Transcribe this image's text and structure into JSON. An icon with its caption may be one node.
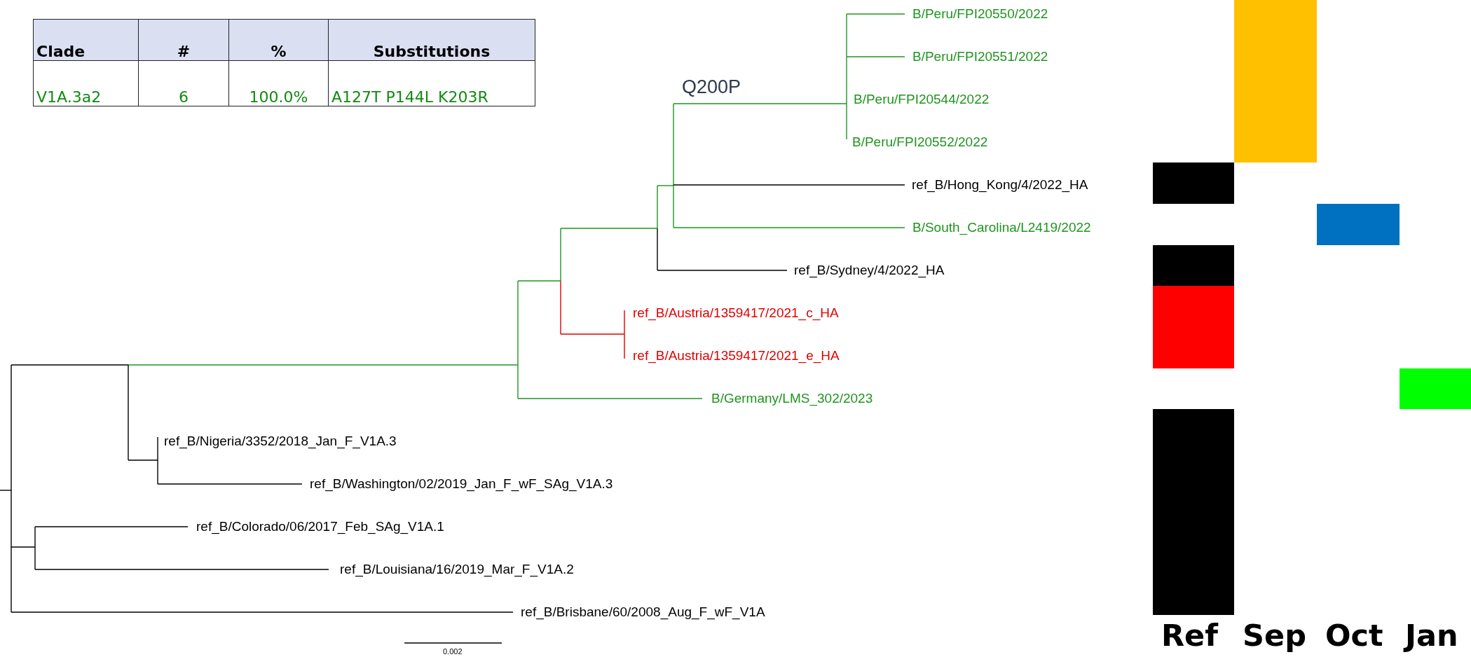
{
  "diagram": {
    "labels": [
      "Clade",
      "#",
      "%",
      "Substitutions",
      "V1A.3a2",
      "6",
      "100.0%",
      "A127T P144L K203R",
      "Q200P",
      "B/Peru/FPI20550/2022",
      "B/Peru/FPI20551/2022",
      "B/Peru/FPI20544/2022",
      "B/Peru/FPI20552/2022",
      "ref_B/Hong_Kong/4/2022_HA",
      "B/South_Carolina/L2419/2022",
      "ref_B/Sydney/4/2022_HA",
      "ref_B/Austria/1359417/2021_c_HA",
      "ref_B/Austria/1359417/2021_e_HA",
      "B/Germany/LMS_302/2023",
      "ref_B/Nigeria/3352/2018_Jan_F_V1A.3",
      "ref_B/Washington/02/2019_Jan_F_wF_SAg_V1A.3",
      "ref_B/Colorado/06/2017_Feb_SAg_V1A.1",
      "ref_B/Louisiana/16/2019_Mar_F_V1A.2",
      "ref_B/Brisbane/60/2008_Aug_F_wF_V1A",
      "0.002",
      "Ref",
      "Sep",
      "Oct",
      "Jan"
    ]
  }
}
